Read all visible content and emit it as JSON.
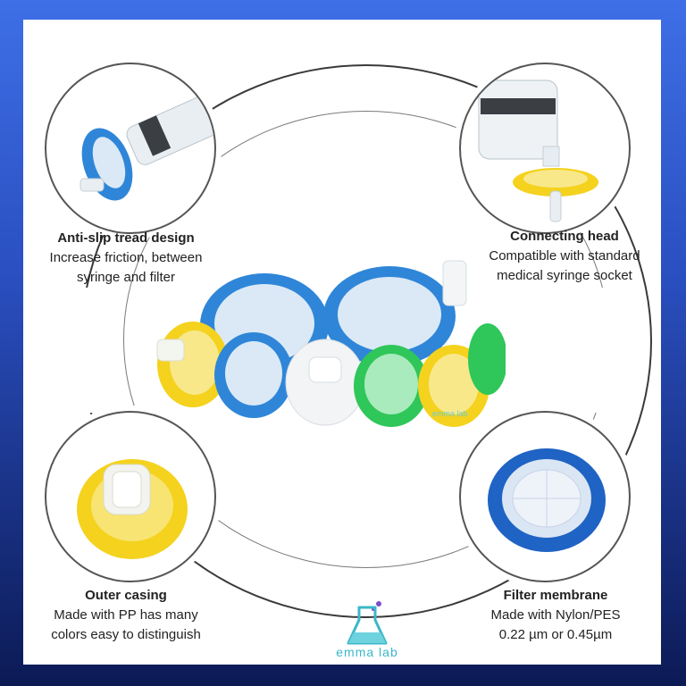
{
  "features": [
    {
      "title": "Anti-slip tread design",
      "lines": [
        "Increase friction, between",
        "syringe and filter"
      ]
    },
    {
      "title": "Connecting head",
      "lines": [
        "Compatible with standard",
        "medical syringe socket"
      ]
    },
    {
      "title": "Outer casing",
      "lines": [
        "Made with PP has many",
        "colors easy to distinguish"
      ]
    },
    {
      "title": "Filter membrane",
      "lines": [
        "Made with Nylon/PES",
        "0.22 µm or 0.45µm"
      ]
    }
  ],
  "brand": {
    "name": "emma lab",
    "watermark": "emma lab"
  },
  "colors": {
    "blue": "#2f86d8",
    "yellow": "#f4d21e",
    "green": "#2fc65a",
    "white": "#f2f4f6",
    "accent": "#3bb7c9"
  }
}
